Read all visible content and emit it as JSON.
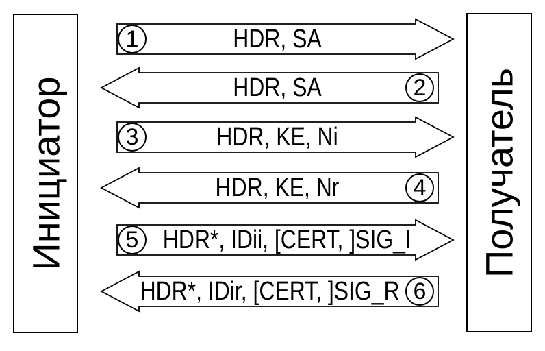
{
  "diagram": {
    "left_actor": "Инициатор",
    "right_actor": "Получатель",
    "messages": [
      {
        "num": "1",
        "label": "HDR, SA",
        "direction": "right"
      },
      {
        "num": "2",
        "label": "HDR, SA",
        "direction": "left"
      },
      {
        "num": "3",
        "label": "HDR, KE, Ni",
        "direction": "right"
      },
      {
        "num": "4",
        "label": "HDR, KE, Nr",
        "direction": "left"
      },
      {
        "num": "5",
        "label": "HDR*, IDii, [CERT, ]SIG_I",
        "direction": "right"
      },
      {
        "num": "6",
        "label": "HDR*, IDir, [CERT, ]SIG_R",
        "direction": "left"
      }
    ],
    "colors": {
      "stroke": "#000000",
      "fill": "#ffffff"
    }
  }
}
